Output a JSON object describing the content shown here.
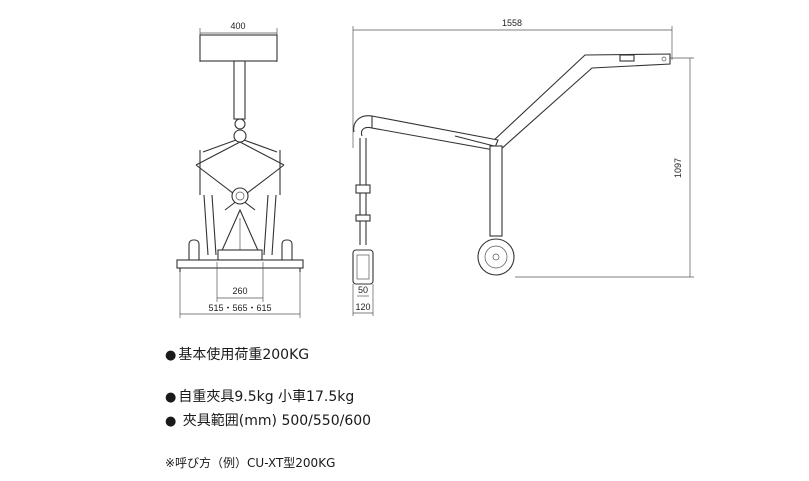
{
  "dimensions": {
    "front_top_width": "400",
    "side_width": "1558",
    "side_height": "1097",
    "front_inner": "260",
    "front_outer": "515・565・615",
    "clamp_inner": "50",
    "clamp_outer": "120"
  },
  "specs": [
    {
      "bullet": "●",
      "text": "基本使用荷重200KG"
    },
    {
      "bullet": "●",
      "text": "自重夾具9.5kg 小車17.5kg"
    },
    {
      "bullet": "●",
      "text": " 夾具範囲(mm) 500/550/600"
    }
  ],
  "note": "※呼び方（例）CU-XT型200KG"
}
